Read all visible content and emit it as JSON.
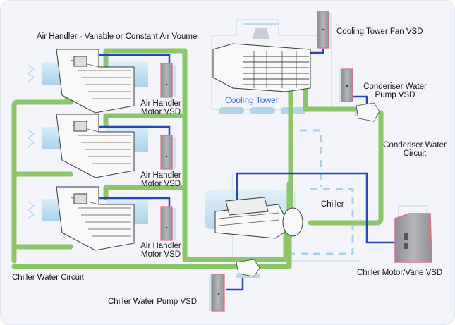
{
  "diagram": {
    "title": "Variable Speed Drive HVAC System",
    "colors": {
      "background": "#f3f4fa",
      "chilled_water_pipe": "#8cc66a",
      "control_cable": "#2347b8",
      "vsd_outline": "#e07080",
      "vsd_body": "#a9aaae",
      "ghost_duct": "#b9d9ec",
      "label_text": "#151515",
      "cooling_tower_label": "#3e6fc2"
    },
    "labels": {
      "air_handler_title": "Air Handler - Vanable or Constant Air Voume",
      "air_handler_vsd_line1": "Air Handler",
      "air_handler_vsd_line2": "Motor VSD",
      "cooling_tower": "Cooling Tower",
      "cooling_tower_fan_vsd": "Cooling Tower Fan VSD",
      "condenser_pump_vsd_line1": "Conderiser Water",
      "condenser_pump_vsd_line2": "Pump VSD",
      "condenser_circuit_line1": "Conderiser Water",
      "condenser_circuit_line2": "Circuit",
      "chiller": "Chiller",
      "chiller_motor_vsd": "Chiller Motor/Vane VSD",
      "chiller_water_circuit": "Chiller Water Circuit",
      "chiller_pump_vsd": "Chiller Water Pump VSD"
    },
    "components": [
      {
        "id": "air-handler-1",
        "type": "air-handler",
        "icon": "air-handler-unit-icon"
      },
      {
        "id": "air-handler-2",
        "type": "air-handler",
        "icon": "air-handler-unit-icon"
      },
      {
        "id": "air-handler-3",
        "type": "air-handler",
        "icon": "air-handler-unit-icon"
      },
      {
        "id": "ahu-vsd-1",
        "type": "vsd",
        "icon": "vsd-cabinet-icon"
      },
      {
        "id": "ahu-vsd-2",
        "type": "vsd",
        "icon": "vsd-cabinet-icon"
      },
      {
        "id": "ahu-vsd-3",
        "type": "vsd",
        "icon": "vsd-cabinet-icon"
      },
      {
        "id": "cooling-tower",
        "type": "cooling-tower",
        "icon": "cooling-tower-icon"
      },
      {
        "id": "cooling-tower-fan-vsd",
        "type": "vsd",
        "icon": "vsd-cabinet-icon"
      },
      {
        "id": "condenser-pump",
        "type": "pump",
        "icon": "pump-icon"
      },
      {
        "id": "condenser-pump-vsd",
        "type": "vsd",
        "icon": "vsd-cabinet-icon"
      },
      {
        "id": "chiller",
        "type": "chiller",
        "icon": "chiller-icon"
      },
      {
        "id": "chiller-motor-vsd",
        "type": "vsd-large",
        "icon": "large-vsd-cabinet-icon"
      },
      {
        "id": "chiller-water-pump",
        "type": "pump",
        "icon": "pump-icon"
      },
      {
        "id": "chiller-water-pump-vsd",
        "type": "vsd",
        "icon": "vsd-cabinet-icon"
      }
    ]
  }
}
